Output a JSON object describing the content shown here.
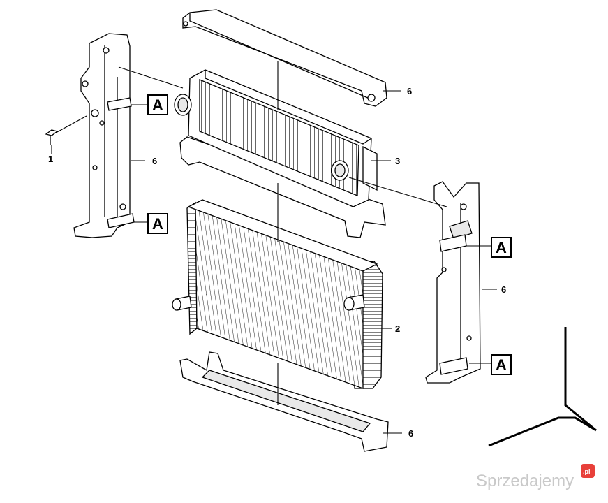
{
  "callouts": {
    "p1": "1",
    "p2": "2",
    "p3": "3",
    "p6_top": "6",
    "p6_left": "6",
    "p6_right": "6",
    "p6_bottom": "6"
  },
  "detail_label": "A",
  "watermark": {
    "text": "Sprzedajemy",
    "badge": ".pl",
    "badge_color": "#e8403a"
  },
  "colors": {
    "line": "#000000",
    "fill": "#ffffff",
    "shade": "#e9e9e9",
    "watermark": "#c9c9c9"
  },
  "icons": [
    "direction-arrow-icon"
  ]
}
